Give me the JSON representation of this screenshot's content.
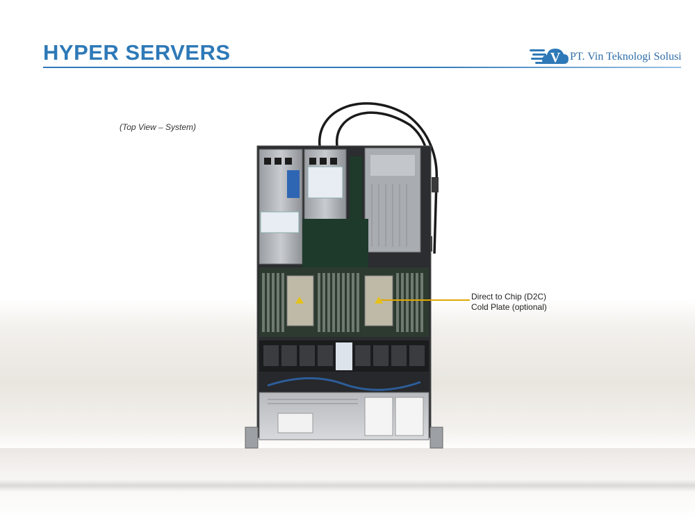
{
  "header": {
    "title": "HYPER SERVERS",
    "company": "PT. Vin Teknologi Solusi",
    "logo_letter": "V"
  },
  "figure": {
    "caption": "(Top View – System)",
    "callout_line1": "Direct to Chip (D2C)",
    "callout_line2": "Cold Plate (optional)"
  },
  "colors": {
    "brand_blue": "#2e79b7",
    "callout_yellow": "#e0a800"
  }
}
